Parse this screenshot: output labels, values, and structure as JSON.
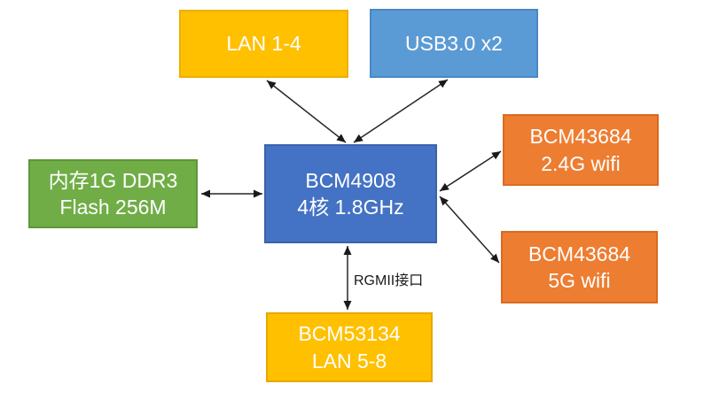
{
  "blocks": {
    "lan14": {
      "label": "LAN 1-4",
      "fill": "#FFC000"
    },
    "usb3": {
      "label": "USB3.0 x2",
      "fill": "#5B9BD5"
    },
    "memory": {
      "line1": "内存1G DDR3",
      "line2": "Flash 256M",
      "fill": "#70AD47"
    },
    "cpu": {
      "line1": "BCM4908",
      "line2": "4核 1.8GHz",
      "fill": "#4472C4"
    },
    "wifi24": {
      "line1": "BCM43684",
      "line2": "2.4G wifi",
      "fill": "#ED7D31"
    },
    "wifi5": {
      "line1": "BCM43684",
      "line2": "5G wifi",
      "fill": "#ED7D31"
    },
    "switch": {
      "line1": "BCM53134",
      "line2": "LAN 5-8",
      "fill": "#FFC000"
    }
  },
  "labels": {
    "rgmii_interface": "RGMII接口"
  },
  "connections": [
    {
      "from": "cpu",
      "to": "lan14",
      "bidirectional": true
    },
    {
      "from": "cpu",
      "to": "usb3",
      "bidirectional": true
    },
    {
      "from": "cpu",
      "to": "memory",
      "bidirectional": true
    },
    {
      "from": "cpu",
      "to": "wifi24",
      "bidirectional": true
    },
    {
      "from": "cpu",
      "to": "wifi5",
      "bidirectional": true
    },
    {
      "from": "cpu",
      "to": "switch",
      "bidirectional": true,
      "label": "RGMII接口"
    }
  ],
  "colors": {
    "background": "#FFFFFF",
    "block_text": "#FFFFFF",
    "arrow": "#262626",
    "edge_label_text": "#1A1A1A"
  }
}
